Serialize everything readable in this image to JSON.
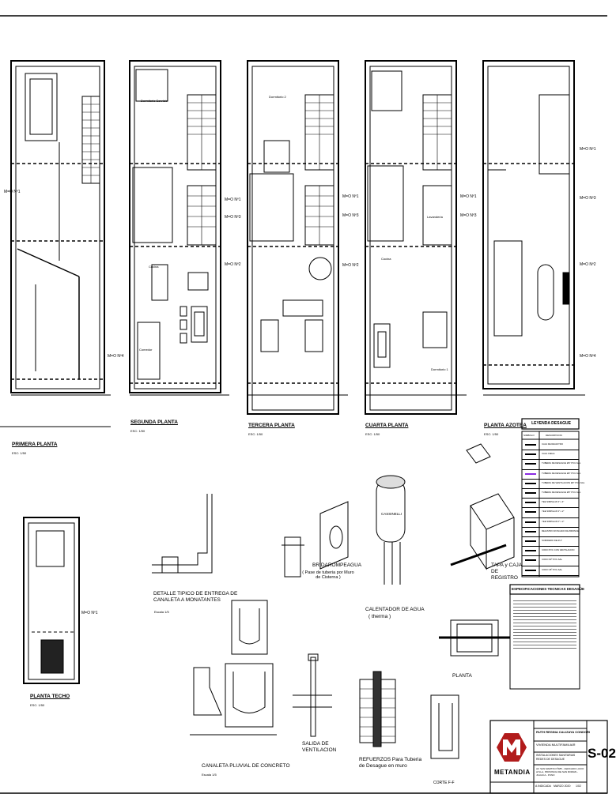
{
  "plans": [
    {
      "title": "PRIMERA PLANTA",
      "scale": "ESC: 1/50"
    },
    {
      "title": "SEGUNDA PLANTA",
      "scale": "ESC: 1/50"
    },
    {
      "title": "TERCERA PLANTA",
      "scale": "ESC: 1/50"
    },
    {
      "title": "CUARTA PLANTA",
      "scale": "ESC: 1/50"
    },
    {
      "title": "PLANTA AZOTEA",
      "scale": "ESC: 1/50"
    },
    {
      "title": "PLANTA TECHO",
      "scale": "ESC: 1/50"
    }
  ],
  "rooms": {
    "cocina": "Cocina",
    "comedor": "Comedor",
    "dormitorio_1": "Dormitorio 1",
    "dormitorio_2": "Dormitorio 2",
    "lavanderia": "Lavanderia",
    "dormitorio_servicio": "Dormitorio Servicio"
  },
  "mo_labels": [
    "M=O Nº1",
    "M=O Nº2",
    "M=O Nº3",
    "M=O Nº4"
  ],
  "details": {
    "canaleta_entrega": "DETALLE TIPICO DE ENTREGA DE CANALETA A MONATANTES",
    "canaleta_pluvial": "CANALETA PLUVIAL DE CONCRETO",
    "salida_ventilacion": "SALIDA DE VENTILACION",
    "refuerzos": "REFUERZOS Para Tuberia de Desague en muro",
    "bridarompeagua": "BRIDAROMPEAGUA",
    "bridarompeagua_sub": "( Pase de tuberia por Muro de Cisterna )",
    "calentador": "CALENTADOR DE AGUA",
    "calentador_sub": "( therma )",
    "calentador_brand": "CASSINELLI",
    "tapa": "TAPA y CAJA DE REGISTRO",
    "planta": "PLANTA",
    "corte": "CORTE F-F",
    "scale_small": "Escala 1/5"
  },
  "legend": {
    "title": "LEYENDA DESAGUE",
    "col_symbol": "SIMBOLO",
    "col_desc": "DESCRIPCION",
    "rows": [
      "CAJA DE REGISTRO",
      "CAJA CIEGA",
      "TUBERIA DE DESAGUE Ø4\" PVC-SAL",
      "TUBERIA DE DESAGUE Ø2\" PVC-SAL",
      "TUBERIA DE VENTILACION Ø2\" PVC-SAL",
      "TUBERIA DE DESAGUE Ø3\" PVC-SAL",
      "TEE SIMPLE Ø 4\" x 4\"",
      "YEE SIMPLE Ø 4\" x 2\"",
      "YEE SIMPLE Ø 2\" x 2\"",
      "REGISTRO ROSCADO DE BRONCE",
      "SUMIDERO DE Ø 2\"",
      "CODO PVC CON VENTILACION",
      "CODO 90º PVC-SAL",
      "CODO 45º PVC-SAL"
    ]
  },
  "specs": {
    "title": "ESPECIFICACIONES TECNICAS DESAGÜE"
  },
  "title_block": {
    "owner": "RUTH REGINA CALIZAYA CONDORI",
    "project": "VIVIENDA MULTIFAMILIAR",
    "content_1": "INSTALACIONES SANITARIAS",
    "content_2": "REDES DE DESAGUE",
    "location": "AV. SAN MARTIN Nº485 - CERCADO LUCIO AYLLA, PROVINCIA DE SAN ROMAN - JULIACA - PUNO",
    "logo_text": "METANDIA",
    "sheet": "S-02",
    "scale": "A INDICADA",
    "date": "MARZO 2020",
    "number": "1/02"
  }
}
